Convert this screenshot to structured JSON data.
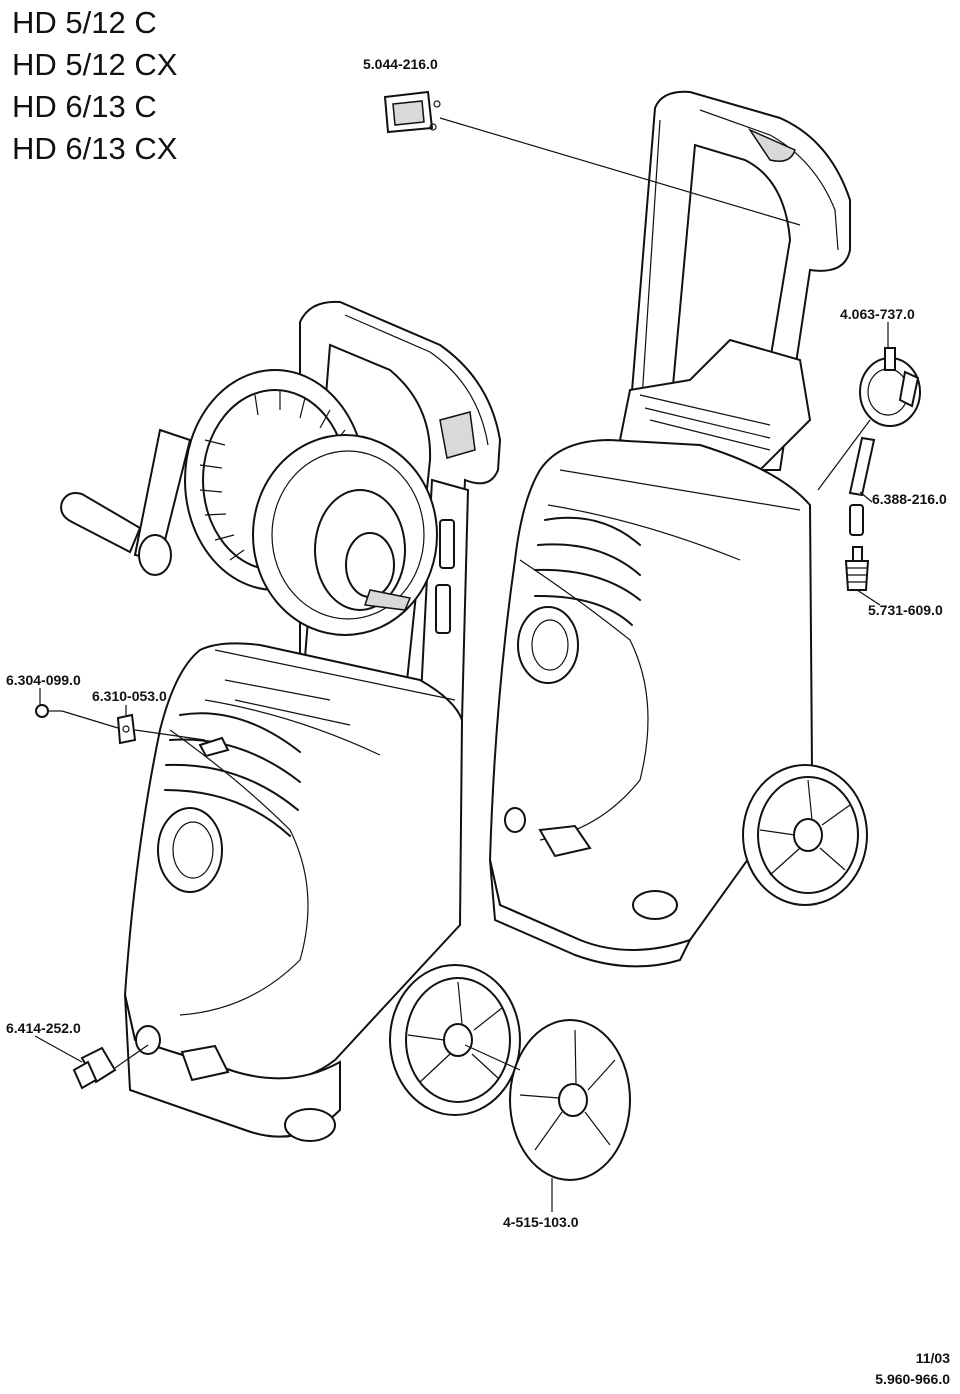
{
  "models": [
    "HD 5/12 C",
    "HD 5/12 CX",
    "HD 6/13 C",
    "HD 6/13 CX"
  ],
  "parts": {
    "holder_clip": "5.044-216.0",
    "hose_connector": "4.063-737.0",
    "hose_piece": "6.388-216.0",
    "nipple": "5.731-609.0",
    "screw": "6.304-099.0",
    "nut_clip": "6.310-053.0",
    "plug": "6.414-252.0",
    "wheel_cap": "4-515-103.0"
  },
  "footer": {
    "date": "11/03",
    "doc_number": "5.960-966.0"
  }
}
